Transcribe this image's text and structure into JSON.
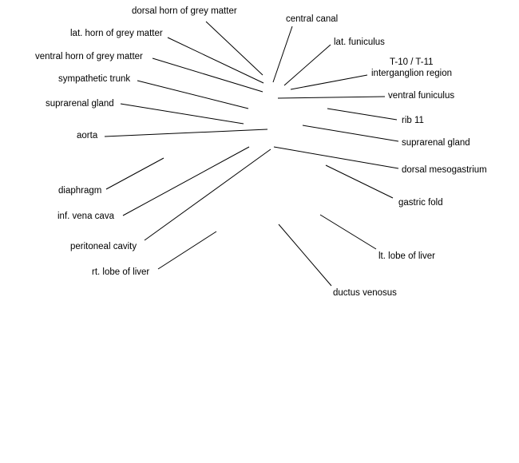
{
  "labels": {
    "dorsal_horn": "dorsal horn of grey matter",
    "lat_horn": "lat. horn of grey matter",
    "ventral_horn": "ventral horn of grey matter",
    "sympathetic_trunk": "sympathetic trunk",
    "suprarenal_left_side": "suprarenal gland",
    "aorta": "aorta",
    "diaphragm": "diaphragm",
    "inf_vena_cava": "inf. vena cava",
    "peritoneal_cavity": "peritoneal cavity",
    "rt_lobe_liver": "rt. lobe of liver",
    "central_canal": "central canal",
    "lat_funiculus": "lat. funiculus",
    "t10_t11": "T-10 / T-11",
    "interganglion_region": "interganglion region",
    "ventral_funiculus": "ventral funiculus",
    "rib_11": "rib 11",
    "suprarenal_right_side": "suprarenal gland",
    "dorsal_mesogastrium": "dorsal mesogastrium",
    "gastric_fold": "gastric fold",
    "lt_lobe_liver": "lt. lobe of liver",
    "ductus_venosus": "ductus venosus"
  }
}
